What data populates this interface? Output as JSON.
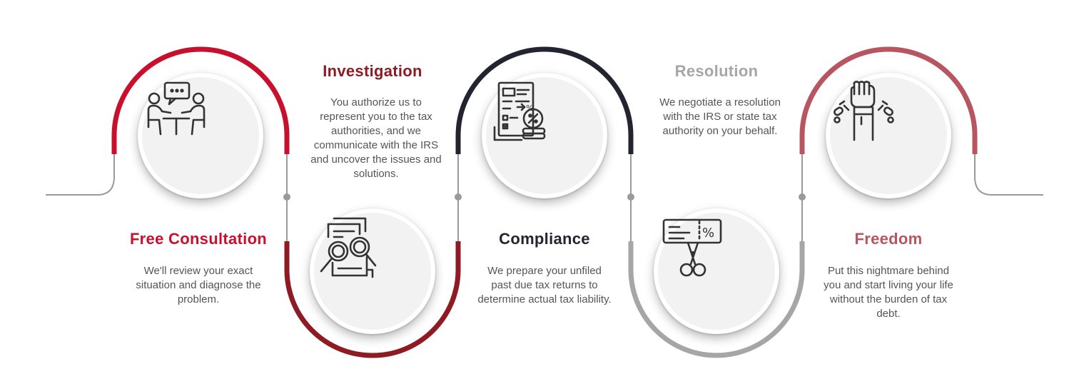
{
  "colors": {
    "red": "#c8102e",
    "dark_red": "#8e1b23",
    "navy": "#22252f",
    "gray": "#a6a6a6",
    "rose": "#b85561",
    "connector": "#9a9a9a",
    "icon": "#333333"
  },
  "steps": [
    {
      "title": "Free Consultation",
      "desc": "We'll review your exact situation and diagnose the problem.",
      "icon": "consultation-icon",
      "color": "#c8102e"
    },
    {
      "title": "Investigation",
      "desc": "You authorize us to represent you to the tax authorities, and we communicate with the IRS and uncover the issues and solutions.",
      "icon": "magnifier-document-icon",
      "color": "#8e1b23"
    },
    {
      "title": "Compliance",
      "desc": "We prepare your unfiled past due tax returns to determine actual tax liability.",
      "icon": "tax-document-icon",
      "color": "#22252f"
    },
    {
      "title": "Resolution",
      "desc": "We negotiate a resolution with the IRS or state tax authority on your behalf.",
      "icon": "cut-coupon-icon",
      "color": "#a6a6a6"
    },
    {
      "title": "Freedom",
      "desc": "Put this nightmare behind you and start living your life without the burden of tax debt.",
      "icon": "broken-chain-fist-icon",
      "color": "#b85561"
    }
  ]
}
